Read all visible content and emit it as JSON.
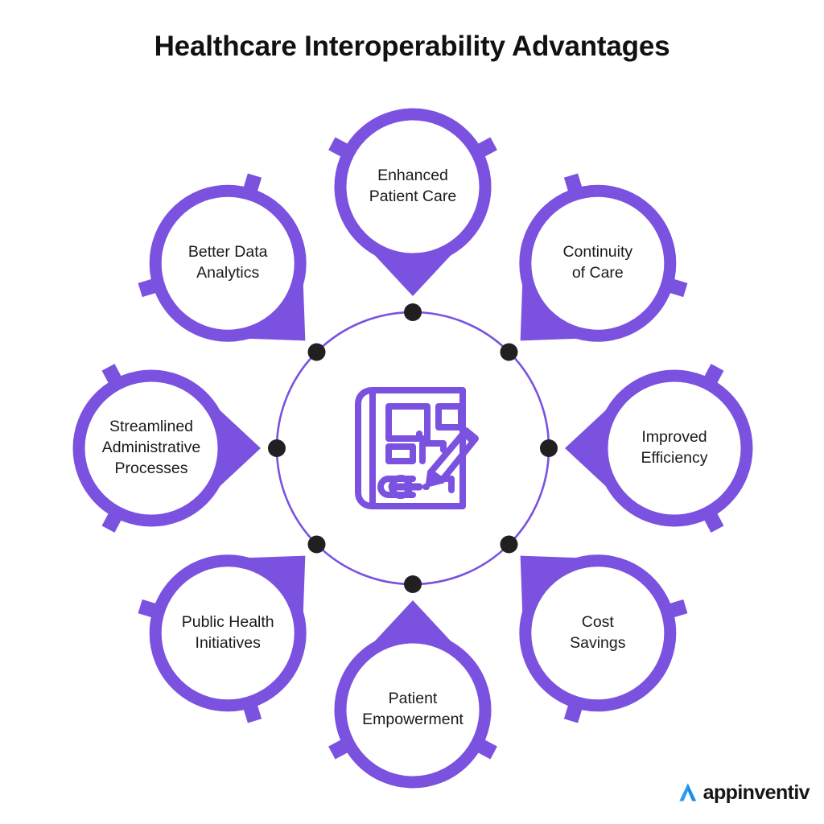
{
  "title": "Healthcare Interoperability Advantages",
  "theme": {
    "purple": "#7B52E0",
    "hub_stroke": "#7B52E0",
    "dot": "#221F20",
    "text": "#1a1a1a",
    "background": "#ffffff",
    "logo_blue": "#1B8CE8"
  },
  "center": {
    "icon": "blueprint-document-pen-icon",
    "dot_count": 8
  },
  "nodes": [
    {
      "id": "enhanced-patient-care",
      "lines": [
        "Enhanced",
        "Patient Care"
      ],
      "angle": -90
    },
    {
      "id": "continuity-of-care",
      "lines": [
        "Continuity",
        "of Care"
      ],
      "angle": -45
    },
    {
      "id": "improved-efficiency",
      "lines": [
        "Improved",
        "Efficiency"
      ],
      "angle": 0
    },
    {
      "id": "cost-savings",
      "lines": [
        "Cost",
        "Savings"
      ],
      "angle": 45
    },
    {
      "id": "patient-empowerment",
      "lines": [
        "Patient",
        "Empowerment"
      ],
      "angle": 90
    },
    {
      "id": "public-health-initiatives",
      "lines": [
        "Public Health",
        "Initiatives"
      ],
      "angle": 135
    },
    {
      "id": "streamlined-administrative-processes",
      "lines": [
        "Streamlined",
        "Administrative",
        "Processes"
      ],
      "angle": 180
    },
    {
      "id": "better-data-analytics",
      "lines": [
        "Better Data",
        "Analytics"
      ],
      "angle": -135
    }
  ],
  "logo": {
    "mark": "appinventiv-a-mark-icon",
    "text": "appinventiv"
  }
}
